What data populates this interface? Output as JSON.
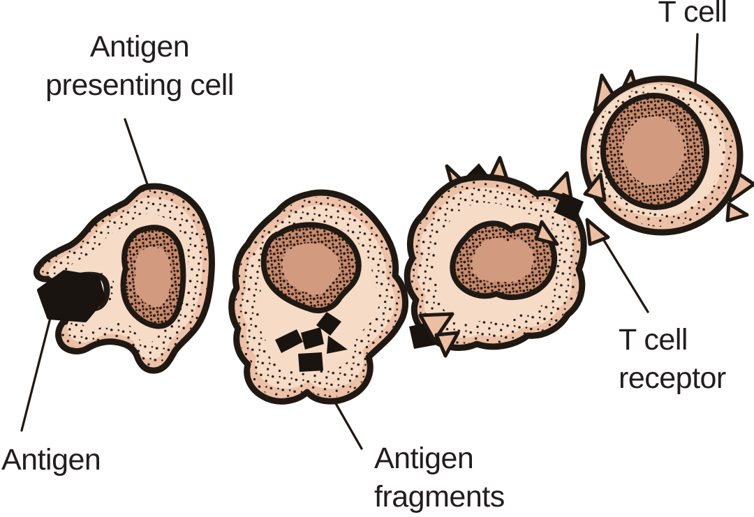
{
  "labels": {
    "apc": "Antigen\npresenting cell",
    "antigen": "Antigen",
    "fragments": "Antigen\nfragments",
    "t_cell": "T cell",
    "t_cell_receptor": "T cell\nreceptor"
  },
  "colors": {
    "ink": "#201913",
    "membrane_band": "#ecc1a7",
    "cytoplasm": "#f6dbc6",
    "receptor_peach": "#ecbfa3",
    "nucleus_rim": "#c8896b",
    "nucleus_center": "#d29a7e",
    "antigen_fill": "#1a1410",
    "text": "#221d1e",
    "background": "#ffffff"
  }
}
